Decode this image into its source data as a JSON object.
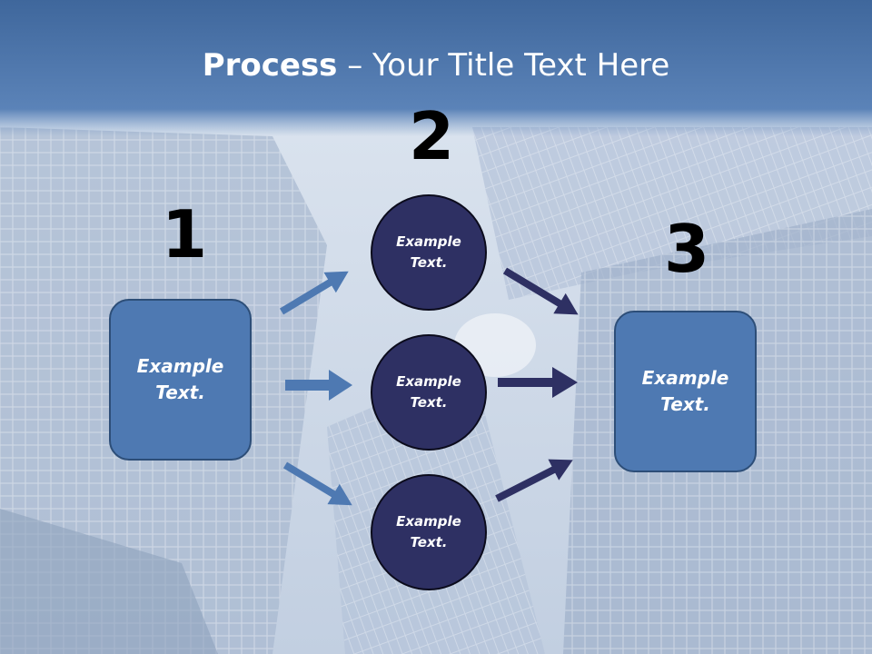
{
  "slide": {
    "title_bold": "Process",
    "title_rest": " – Your Title Text Here"
  },
  "steps": {
    "one": "1",
    "two": "2",
    "three": "3"
  },
  "boxes": {
    "left": "Example\nText.",
    "right": "Example\nText."
  },
  "circles": {
    "top": "Example\nText.",
    "middle": "Example\nText.",
    "bottom": "Example\nText."
  },
  "colors": {
    "header_blue": "#4a72a8",
    "box_fill": "#4e79b2",
    "circle_fill": "#2e3063",
    "arrow_left": "#4e79b2",
    "arrow_right": "#2e3063"
  }
}
